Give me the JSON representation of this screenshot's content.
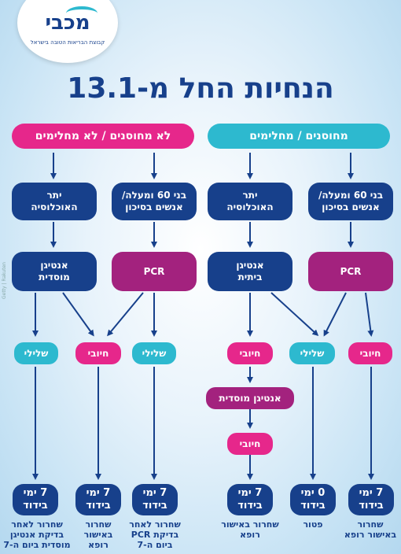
{
  "logo": {
    "name": "מכבי",
    "tagline": "קבוצת הבריאות הטובה בישראל"
  },
  "title": "הנחיות החל מ-13.1",
  "headers": {
    "left": "לא מחוסנים / לא מחלימים",
    "right": "מחוסנים / מחלימים"
  },
  "population": {
    "risk": "בני 60 ומעלה/ אנשים בסיכון",
    "rest": "יתר האוכלוסיה"
  },
  "tests": {
    "pcr": "PCR",
    "antigen_institutional": "אנטיגן מוסדית",
    "antigen_home": "אנטיגן ביתית"
  },
  "results": {
    "positive": "חיובי",
    "negative": "שלילי"
  },
  "outcomes": {
    "seven_days": "7 ימי בידוד",
    "zero_days": "0 ימי בידוד"
  },
  "notes": {
    "release_doctor": "שחרור באישור רופא",
    "exempt": "פטור",
    "release_antigen": "שחרור לאחר בדיקת אנטיגן מוסדית ביום ה-7",
    "release_pcr": "שחרור לאחר בדיקת PCR ביום ה-7"
  },
  "credit": "Getty | Rakuten",
  "colors": {
    "navy": "#17408b",
    "magenta_purple": "#a3227e",
    "pink": "#e6278b",
    "cyan": "#2db9cf"
  }
}
